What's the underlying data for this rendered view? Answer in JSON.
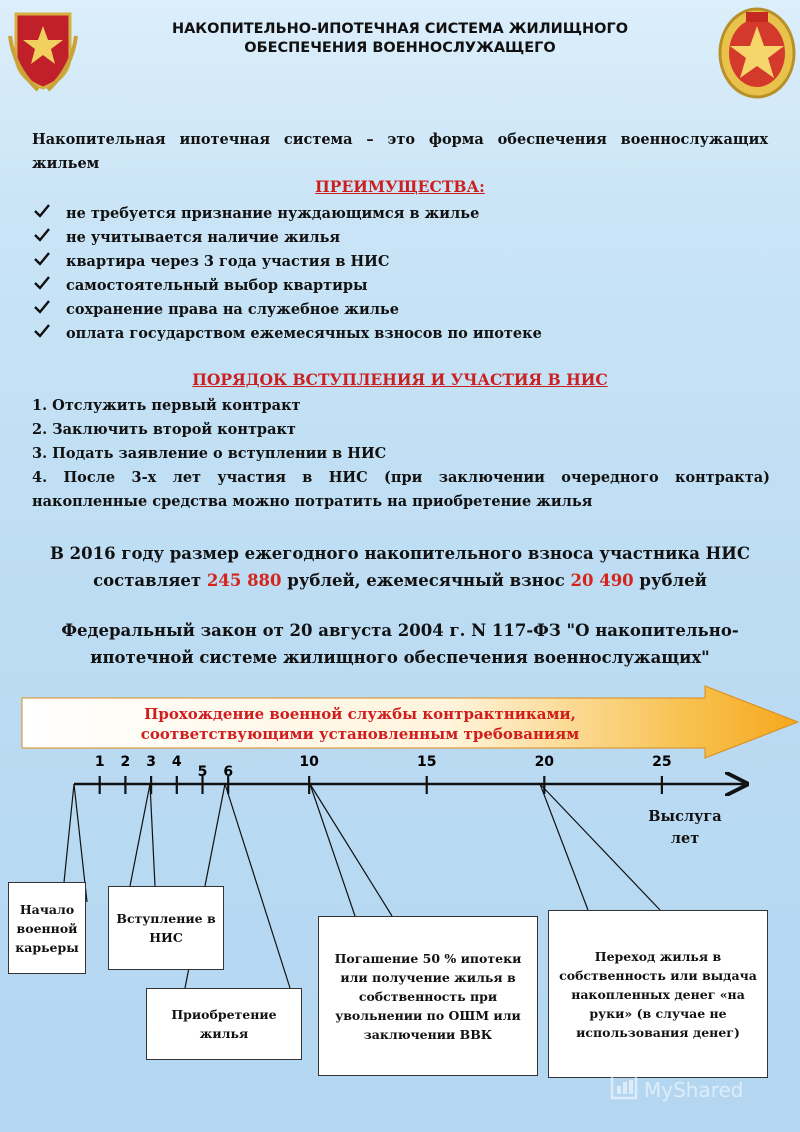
{
  "header": {
    "title_line1": "НАКОПИТЕЛЬНО-ИПОТЕЧНАЯ СИСТЕМА ЖИЛИЩНОГО",
    "title_line2": "ОБЕСПЕЧЕНИЯ ВОЕННОСЛУЖАЩЕГО"
  },
  "intro": "Накопительная ипотечная система – это форма обеспечения военнослужащих жильем",
  "advantages": {
    "heading": "ПРЕИМУЩЕСТВА:",
    "items": [
      "не требуется признание нуждающимся в жилье",
      "не учитывается наличие жилья",
      "квартира через 3 года участия в НИС",
      "самостоятельный выбор квартиры",
      "сохранение права на служебное жилье",
      "оплата государством ежемесячных взносов по ипотеке"
    ]
  },
  "order": {
    "heading": "ПОРЯДОК ВСТУПЛЕНИЯ И УЧАСТИЯ В НИС",
    "steps": [
      "1. Отслужить первый контракт",
      "2. Заключить второй контракт",
      "3. Подать заявление о вступлении в НИС",
      "4. После 3-х лет участия в НИС (при заключении очередного контракта) накопленные средства можно потратить на приобретение жилья"
    ]
  },
  "fee": {
    "part1": "В 2016 году размер ежегодного накопительного взноса участника НИС составляет ",
    "annual": "245 880",
    "part2": " рублей, ежемесячный  взнос ",
    "monthly": "20 490",
    "part3": " рублей"
  },
  "law": "Федеральный закон от 20 августа 2004 г. N 117-ФЗ \"О накопительно-ипотечной системе жилищного обеспечения военнослужащих\"",
  "timeline": {
    "arrow_line1": "Прохождение военной службы контрактниками,",
    "arrow_line2": "соответствующими установленным требованиям",
    "ticks": [
      "1",
      "2",
      "3",
      "4",
      "5",
      "6",
      "10",
      "15",
      "20",
      "25"
    ],
    "axis_label_line1": "Выслуга",
    "axis_label_line2": "лет",
    "boxes": {
      "career_start": "Начало военной карьеры",
      "join_nis": "Вступление в НИС",
      "purchase": "Приобретение жилья",
      "repayment": "Погашение 50 % ипотеки или получение жилья в собственность при увольнении по ОШМ или заключении ВВК",
      "ownership": "Переход жилья в собственность или выдача накопленных денег «на руки» (в случае не использования денег)"
    }
  },
  "watermark": "MyShared",
  "colors": {
    "red": "#cc1f1f",
    "arrow_orange": "#f5a81c"
  }
}
